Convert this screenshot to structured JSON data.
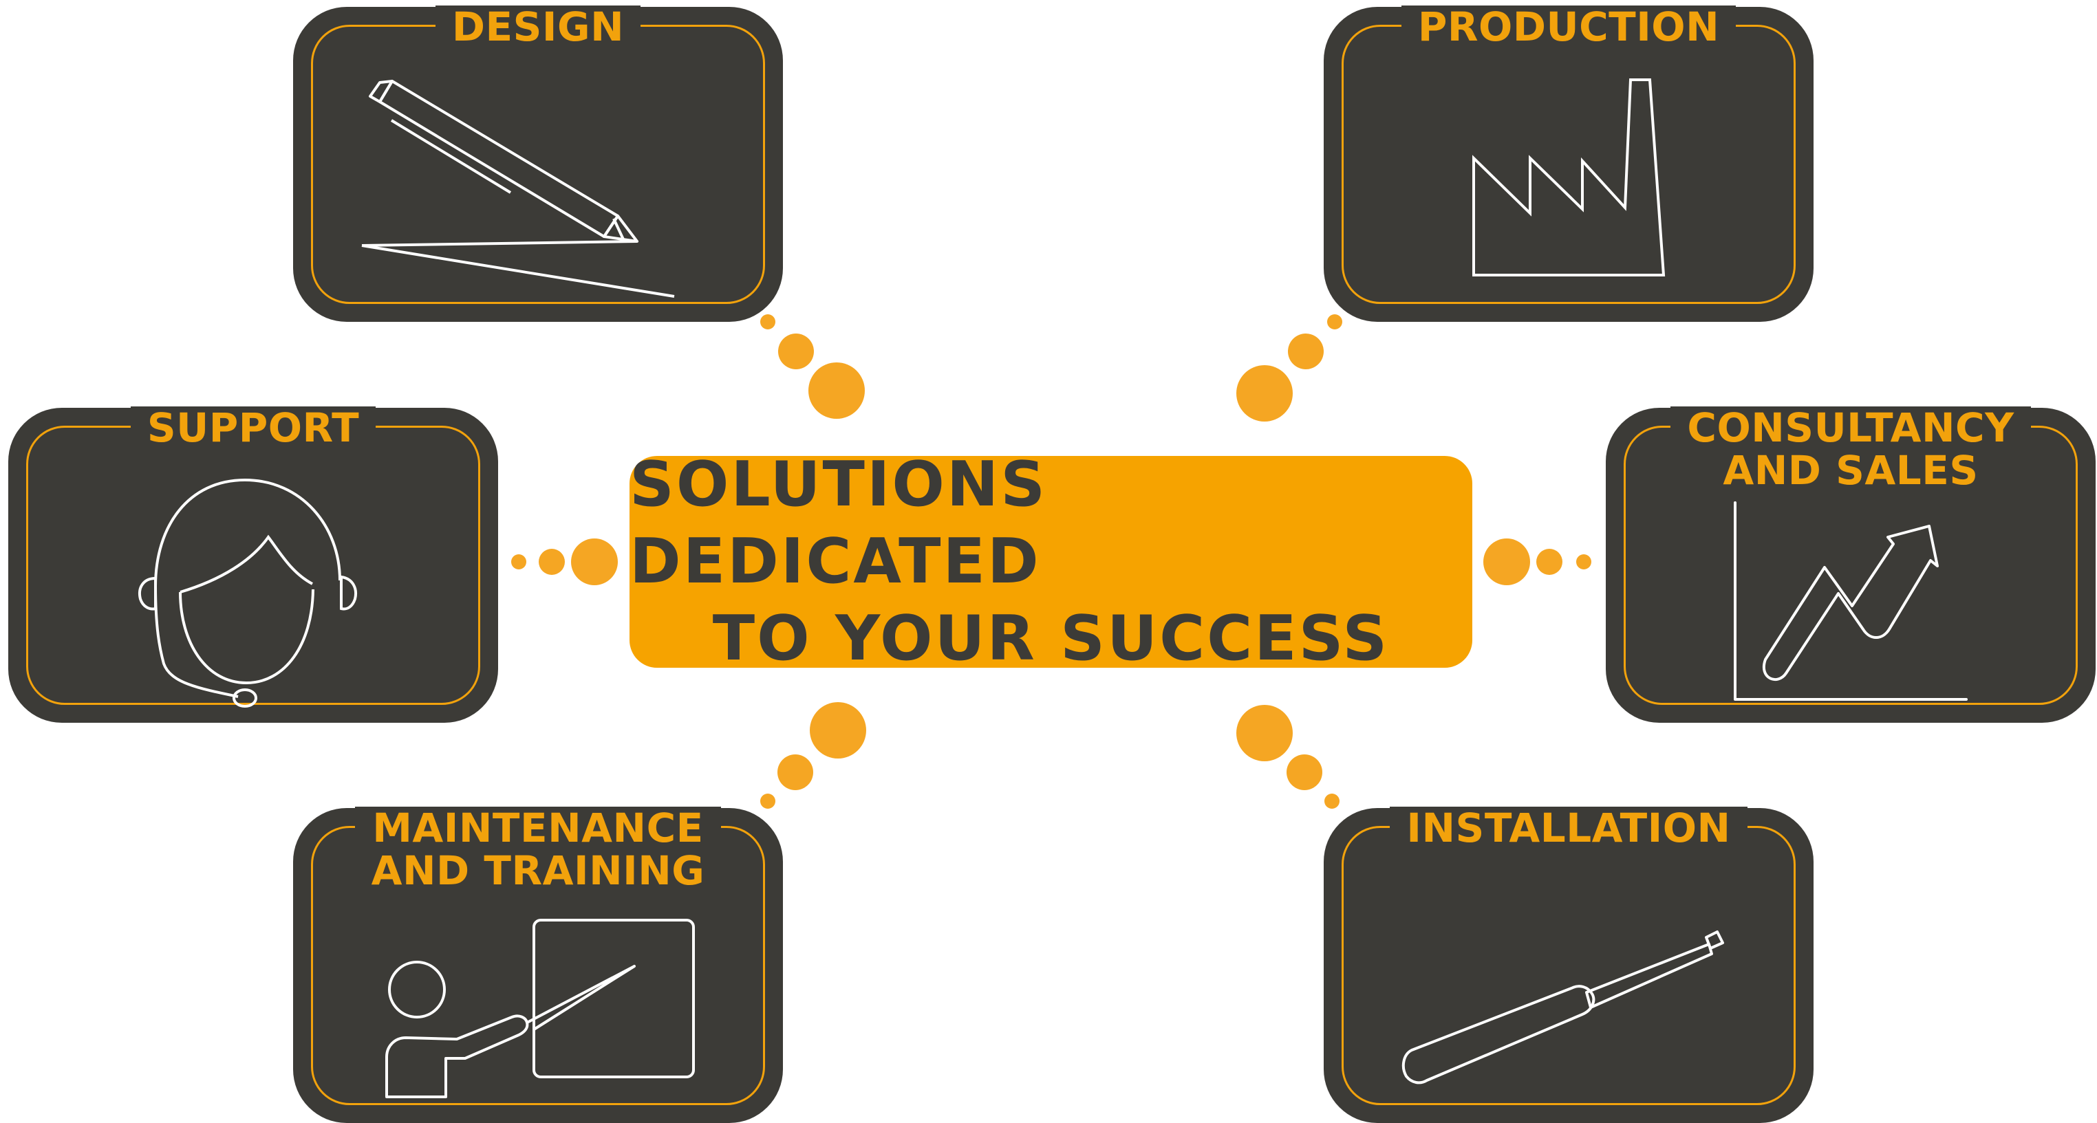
{
  "center": {
    "line1": "SOLUTIONS DEDICATED",
    "line2": "TO YOUR SUCCESS"
  },
  "cards": {
    "design": {
      "line1": "DESIGN",
      "icon": "pencil-icon"
    },
    "production": {
      "line1": "PRODUCTION",
      "icon": "factory-icon"
    },
    "support": {
      "line1": "SUPPORT",
      "icon": "headset-agent-icon"
    },
    "consultancy": {
      "line1": "CONSULTANCY",
      "line2": "AND SALES",
      "icon": "growth-chart-icon"
    },
    "maintenance": {
      "line1": "MAINTENANCE",
      "line2": "AND TRAINING",
      "icon": "teacher-board-icon"
    },
    "installation": {
      "line1": "INSTALLATION",
      "icon": "screwdriver-icon"
    }
  },
  "colors": {
    "card_bg": "#3c3b37",
    "accent": "#f2a20c",
    "center_bg": "#f6a300",
    "icon_stroke": "#ffffff",
    "dots": "#f5a623"
  }
}
